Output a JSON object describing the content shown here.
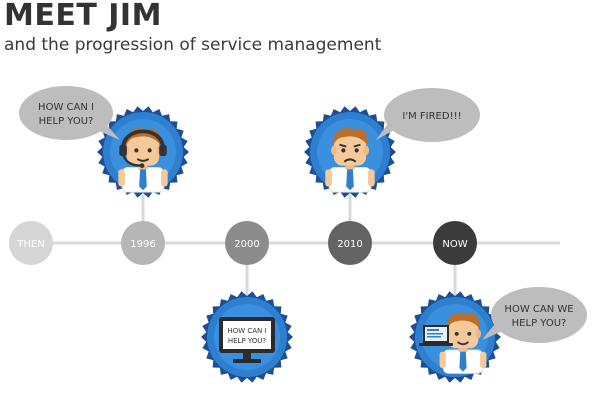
{
  "header": {
    "title": "MEET JIM",
    "subtitle": "and the progression of service management"
  },
  "timeline": {
    "nodes": [
      {
        "label": "THEN",
        "color": "#d6d6d6"
      },
      {
        "label": "1996",
        "color": "#b6b6b6"
      },
      {
        "label": "2000",
        "color": "#8c8c8c"
      },
      {
        "label": "2010",
        "color": "#636363"
      },
      {
        "label": "NOW",
        "color": "#3b3b3b"
      }
    ]
  },
  "bubbles": {
    "b1996_line1": "HOW CAN I",
    "b1996_line2": "HELP YOU?",
    "b2010": "I'M FIRED!!!",
    "bnow_line1": "HOW CAN WE",
    "bnow_line2": "HELP YOU?"
  },
  "monitor": {
    "line1": "HOW CAN I",
    "line2": "HELP YOU?"
  },
  "colors": {
    "badge_blue": "#2f7fd0",
    "badge_ring": "#1c4f96",
    "badge_inner": "#3b8fdf",
    "bubble_gray": "#bdbdbd",
    "skin": "#f6c99a",
    "hair": "#b8702a",
    "tie": "#2f7fd0"
  },
  "icons": [
    "headset-icon",
    "monitor-icon",
    "laptop-icon",
    "speech-bubble-icon"
  ]
}
